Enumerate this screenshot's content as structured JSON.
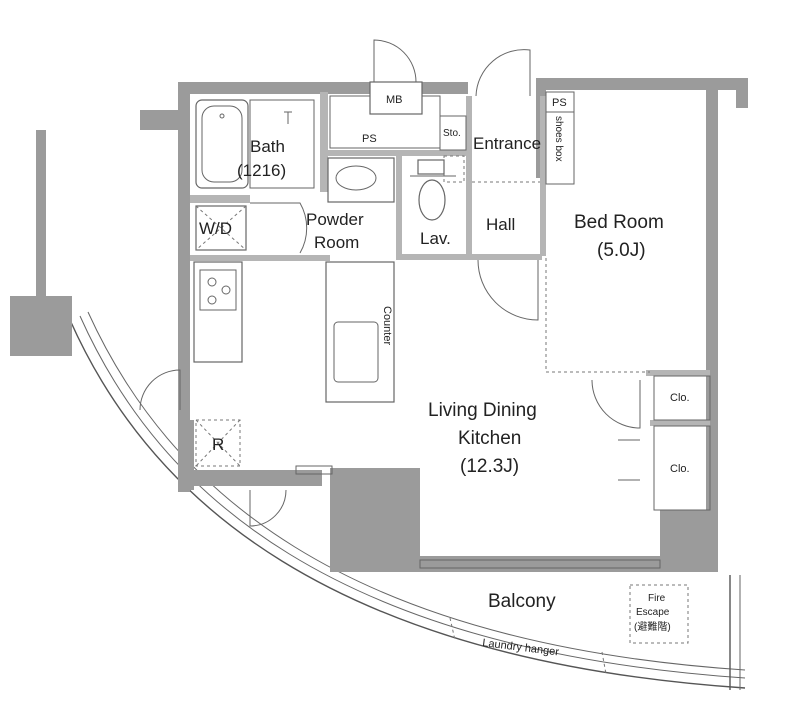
{
  "rooms": {
    "bath": "Bath",
    "bath_size": "(1216)",
    "wd": "W/D",
    "powder": "Powder",
    "powder_room": "Room",
    "ps_top": "PS",
    "mb": "MB",
    "sto": "Sto.",
    "ps_right": "PS",
    "entrance": "Entrance",
    "shoes_box": "shoes box",
    "lav": "Lav.",
    "hall": "Hall",
    "bed": "Bed Room",
    "bed_size": "(5.0J)",
    "counter": "Counter",
    "ldk_1": "Living Dining",
    "ldk_2": "Kitchen",
    "ldk_size": "(12.3J)",
    "clo1": "Clo.",
    "clo2": "Clo.",
    "r": "R",
    "balcony": "Balcony",
    "fire_1": "Fire",
    "fire_2": "Escape",
    "fire_3": "(避難階)",
    "laundry": "Laundry hanger"
  }
}
